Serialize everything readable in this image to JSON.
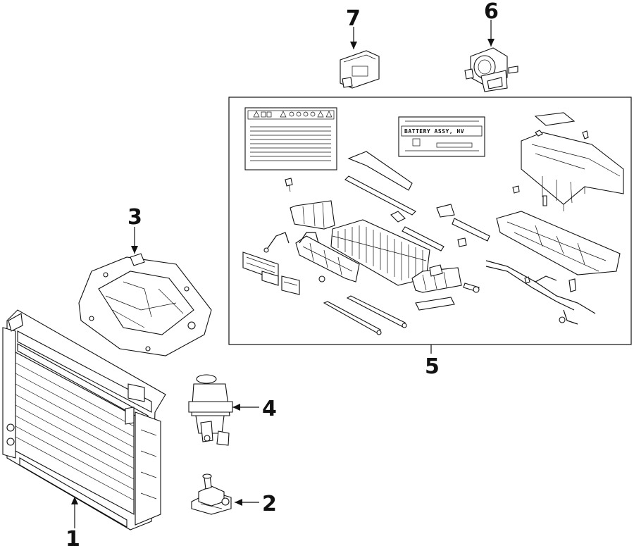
{
  "callouts": {
    "c1": "1",
    "c2": "2",
    "c3": "3",
    "c4": "4",
    "c5": "5",
    "c6": "6",
    "c7": "7"
  },
  "battery_label_text": "BATTERY ASSY, HV",
  "icons": [
    "radiator",
    "water-pump",
    "inverter",
    "reservoir",
    "hv-battery-assembly",
    "blower",
    "ecu"
  ]
}
